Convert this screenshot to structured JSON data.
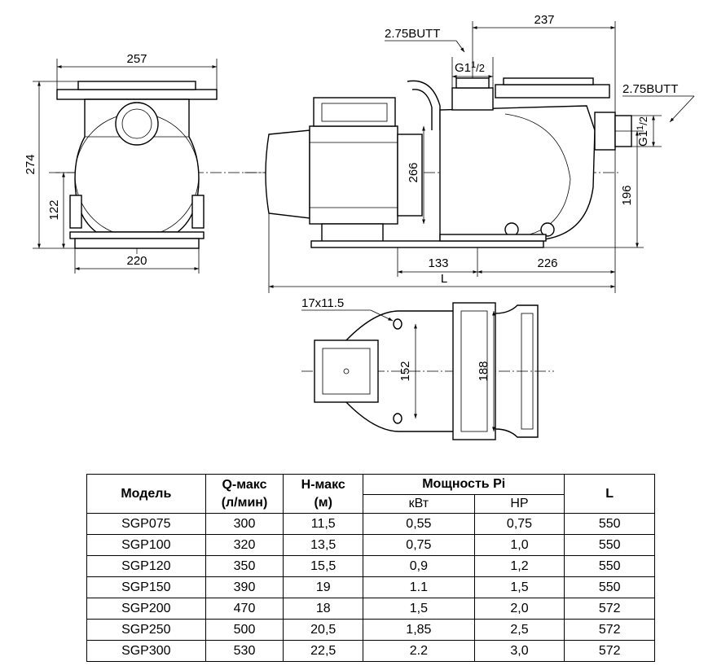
{
  "drawing": {
    "dims": {
      "width_front": "257",
      "height_total": "274",
      "axis_height": "122",
      "base_front": "220",
      "side_width": "237",
      "outlet_thread": "2.75BUTT",
      "outlet_g": "G1",
      "outlet_g_sup": "1",
      "outlet_g_sub": "/2",
      "inlet_thread": "2.75BUTT",
      "inlet_g": "G1",
      "inlet_g_sup": "1",
      "inlet_g_sub": "/2",
      "motor_height": "266",
      "inlet_axis_height": "196",
      "base_span": "133",
      "pump_length": "226",
      "overall_length": "L",
      "slot": "17x11.5",
      "bolt_span_1": "152",
      "bolt_span_2": "188"
    }
  },
  "table": {
    "headers": {
      "model": "Модель",
      "q_max_1": "Q-макс",
      "q_max_2": "(л/мин)",
      "h_max_1": "H-макс",
      "h_max_2": "(м)",
      "power": "Мощность Pi",
      "power_kw": "кВт",
      "power_hp": "HP",
      "length": "L"
    },
    "rows": [
      [
        "SGP075",
        "300",
        "11,5",
        "0,55",
        "0,75",
        "550"
      ],
      [
        "SGP100",
        "320",
        "13,5",
        "0,75",
        "1,0",
        "550"
      ],
      [
        "SGP120",
        "350",
        "15,5",
        "0,9",
        "1,2",
        "550"
      ],
      [
        "SGP150",
        "390",
        "19",
        "1.1",
        "1,5",
        "550"
      ],
      [
        "SGP200",
        "470",
        "18",
        "1,5",
        "2,0",
        "572"
      ],
      [
        "SGP250",
        "500",
        "20,5",
        "1,85",
        "2,5",
        "572"
      ],
      [
        "SGP300",
        "530",
        "22,5",
        "2.2",
        "3,0",
        "572"
      ]
    ]
  }
}
